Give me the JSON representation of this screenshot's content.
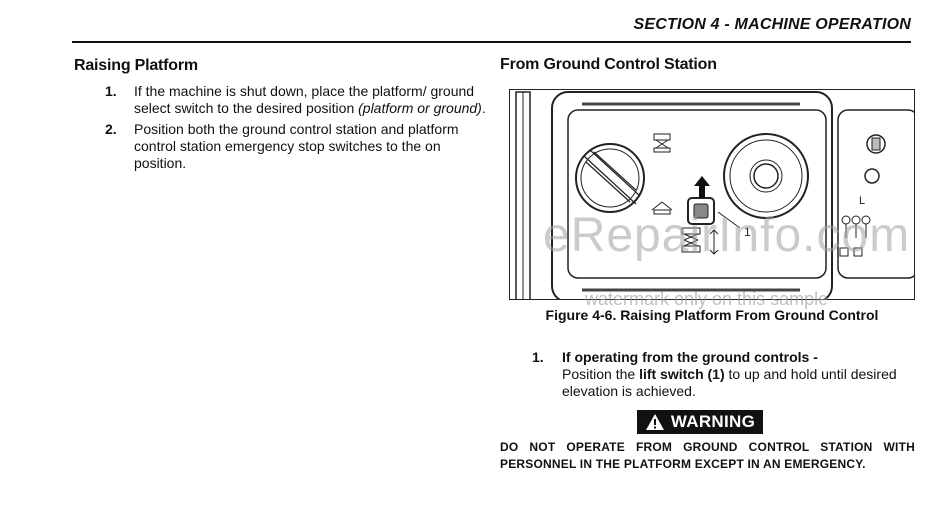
{
  "header": {
    "section": "SECTION 4 - MACHINE OPERATION"
  },
  "left": {
    "title": "Raising Platform",
    "steps": [
      {
        "num": "1.",
        "text_pre": "If the machine is shut down, place the platform/ ground select switch to the desired position ",
        "text_italic": "(platform or ground)",
        "text_post": "."
      },
      {
        "num": "2.",
        "text": "Position both the ground control station and platform control station emergency stop switches to the on position."
      }
    ]
  },
  "right": {
    "title": "From Ground Control Station",
    "figure": {
      "caption": "Figure 4-6.  Raising Platform From Ground Control",
      "callout": "1"
    },
    "step": {
      "num": "1.",
      "heading": "If operating from the ground controls -",
      "text_pre": "Position the ",
      "text_bold": "lift switch (1)",
      "text_post": " to up and hold until desired elevation is achieved."
    },
    "warning": {
      "label": "WARNING",
      "text": "DO NOT OPERATE FROM GROUND CONTROL STATION WITH PERSONNEL IN THE PLATFORM EXCEPT IN AN EMERGENCY."
    }
  },
  "watermark": {
    "main": "eRepairInfo.com",
    "sub": "watermark only on this sample"
  }
}
